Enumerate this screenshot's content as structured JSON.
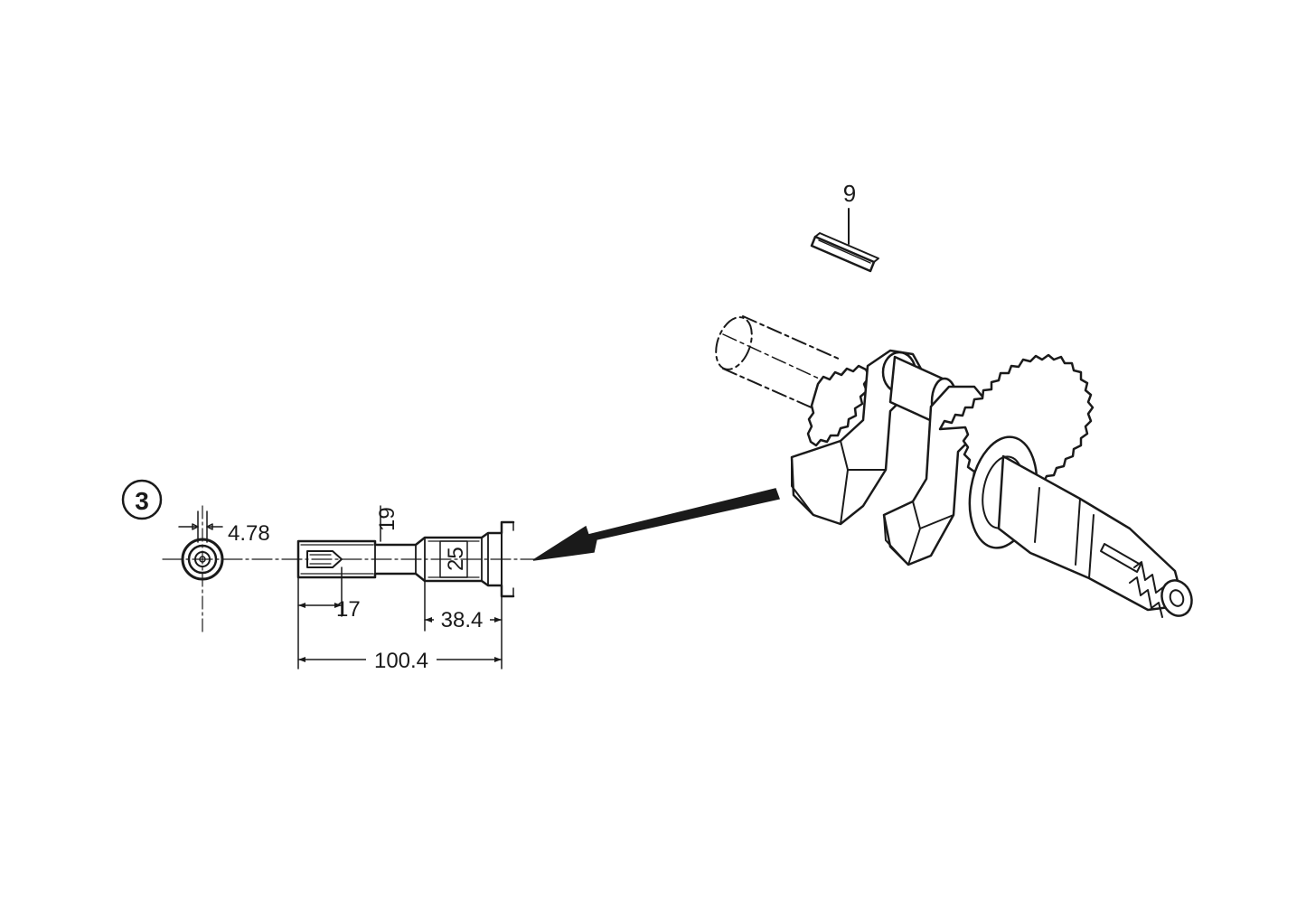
{
  "diagram": {
    "callouts": {
      "key_part_number": "9",
      "section_number": "3"
    },
    "dimensions": {
      "keyway_width": "4.78",
      "shoulder_diameter": "19",
      "journal_diameter": "25",
      "keyway_length": "17",
      "journal_length": "38.4",
      "overall_length": "100.4"
    },
    "colors": {
      "ink": "#1a1a1a",
      "paper": "#ffffff"
    }
  }
}
